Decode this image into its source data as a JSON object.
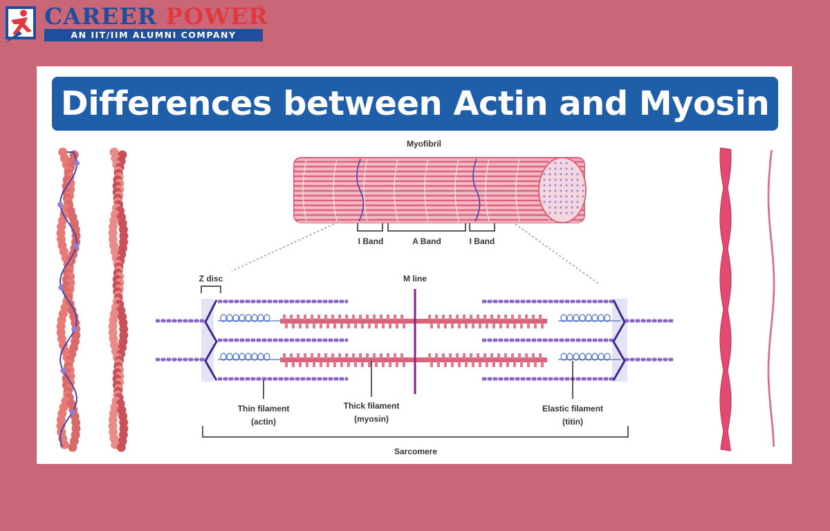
{
  "brand": {
    "name_part1": "CAREER",
    "name_part2": "POWER",
    "trademark": "TM",
    "tagline": "AN IIT/IIM ALUMNI COMPANY",
    "colors": {
      "blue": "#1f4e9c",
      "red": "#e03a3e"
    }
  },
  "banner": {
    "title": "Differences between Actin and Myosin",
    "color": "#1f5ea8"
  },
  "diagram": {
    "myofibril_label": "Myofibril",
    "i_band_left": "I Band",
    "a_band": "A Band",
    "i_band_right": "I Band",
    "z_disc": "Z disc",
    "m_line": "M line",
    "thin_filament": "Thin filament",
    "thin_filament_sub": "(actin)",
    "thick_filament": "Thick filament",
    "thick_filament_sub": "(myosin)",
    "elastic_filament": "Elastic filament",
    "elastic_filament_sub": "(titin)",
    "sarcomere": "Sarcomere",
    "colors": {
      "background": "#c96778",
      "myosin": "#d9647a",
      "actin": "#9a6fcf",
      "z_disc": "#3a2a8c",
      "m_line": "#8a1e8a",
      "titin": "#4a6fbf"
    }
  }
}
